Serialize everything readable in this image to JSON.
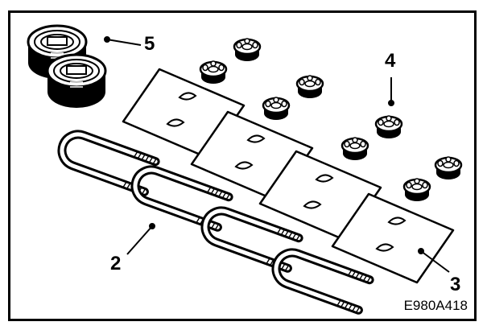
{
  "callouts": {
    "c2": "2",
    "c3": "3",
    "c4": "4",
    "c5": "5"
  },
  "figure_code": "E980A418"
}
